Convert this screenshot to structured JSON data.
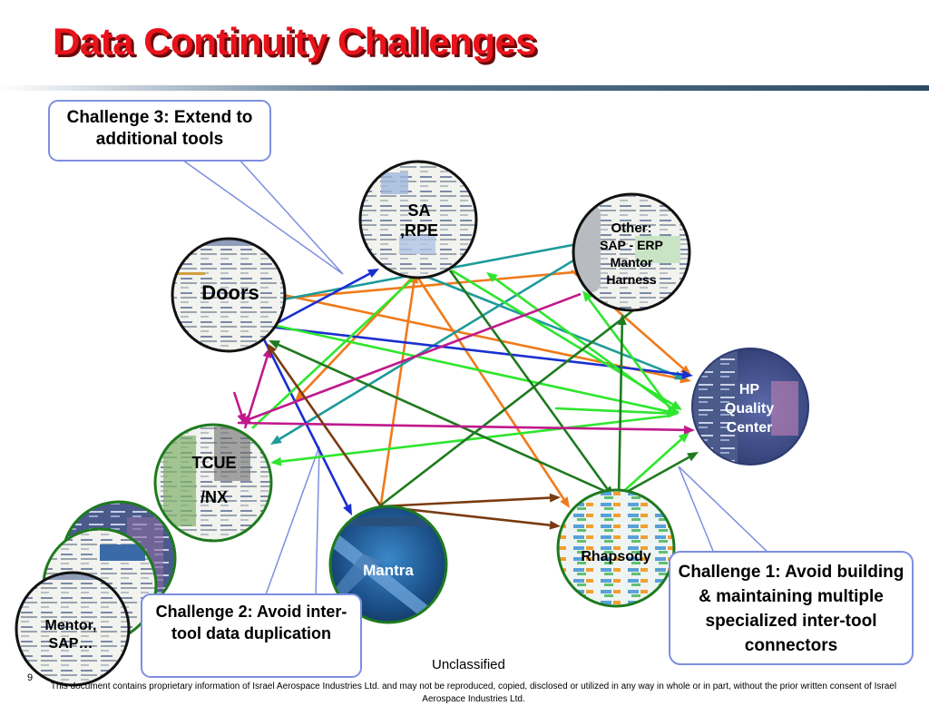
{
  "title": "Data Continuity Challenges",
  "nodes": {
    "sa": [
      "SA",
      ",RPE"
    ],
    "other": [
      "Other:",
      "SAP - ERP",
      "Mantor",
      "Harness"
    ],
    "doors": [
      "Doors"
    ],
    "hp": [
      "HP",
      "Quality",
      "Center"
    ],
    "tcue": [
      "TCUE",
      "/NX"
    ],
    "mantra": [
      "Mantra"
    ],
    "rhapsody": [
      "Rhapsody"
    ],
    "mentor": [
      "Mentor,",
      "SAP…"
    ]
  },
  "callouts": {
    "challenge3": "Challenge 3: Extend to additional tools",
    "challenge2": "Challenge 2: Avoid inter-tool data duplication",
    "challenge1": "Challenge 1: Avoid building & maintaining multiple specialized inter-tool connectors"
  },
  "footer": {
    "classification": "Unclassified",
    "page": "9",
    "notice": "This document contains proprietary information of Israel Aerospace Industries Ltd. and may not be reproduced, copied, disclosed or utilized in any way in whole or in part, without the prior written consent of Israel Aerospace Industries Ltd."
  },
  "colors": {
    "title": "#e8131b",
    "orange": "#f07a1a",
    "teal": "#1f9a9a",
    "blue": "#1a2fd0",
    "green": "#2ee62e",
    "darkgreen": "#1e7a1e",
    "magenta": "#c0198c",
    "brown": "#7a3b10",
    "callout_border": "#7d8fe0"
  }
}
